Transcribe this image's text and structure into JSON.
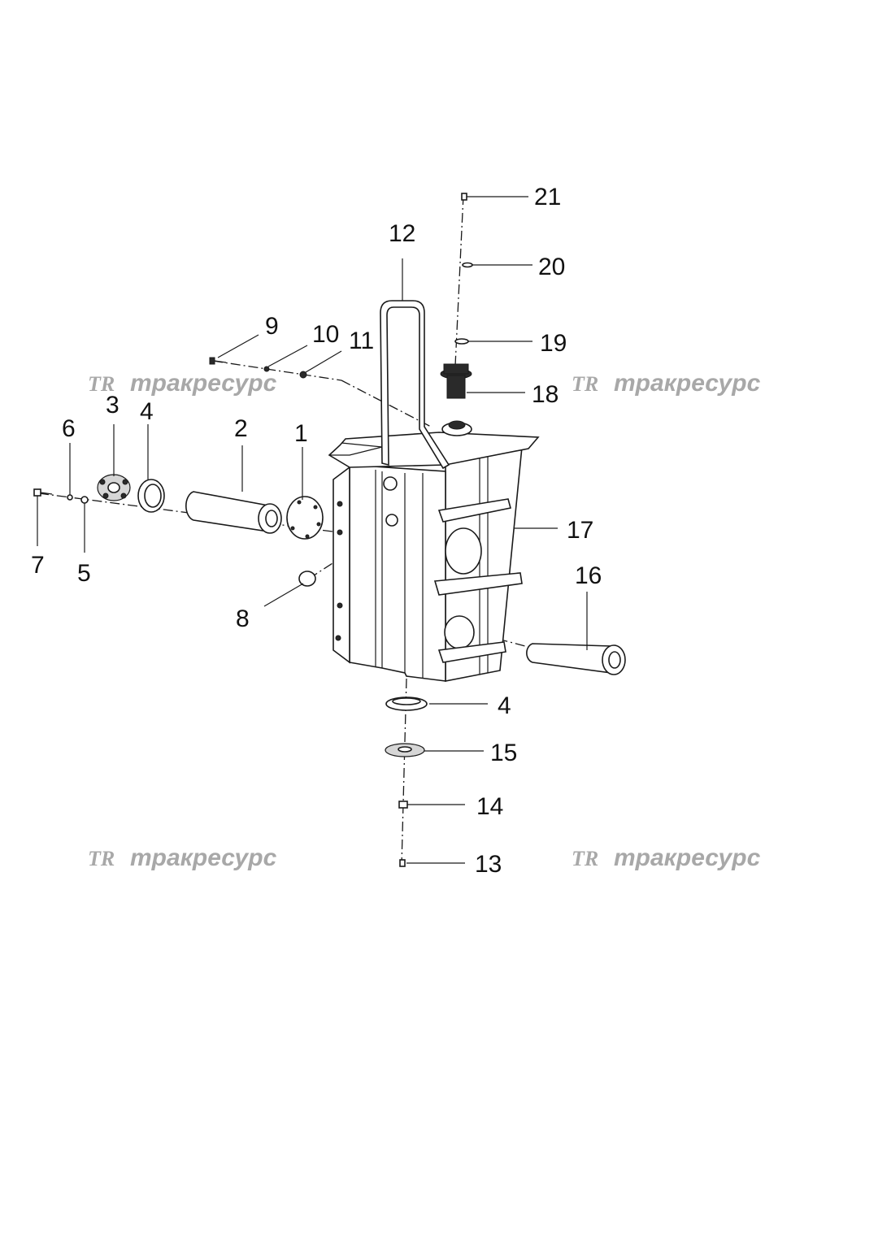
{
  "diagram": {
    "callouts": [
      {
        "id": "c1",
        "text": "1"
      },
      {
        "id": "c2",
        "text": "2"
      },
      {
        "id": "c3",
        "text": "3"
      },
      {
        "id": "c4a",
        "text": "4"
      },
      {
        "id": "c4b",
        "text": "4"
      },
      {
        "id": "c5",
        "text": "5"
      },
      {
        "id": "c6",
        "text": "6"
      },
      {
        "id": "c7",
        "text": "7"
      },
      {
        "id": "c8",
        "text": "8"
      },
      {
        "id": "c9",
        "text": "9"
      },
      {
        "id": "c10",
        "text": "10"
      },
      {
        "id": "c11",
        "text": "11"
      },
      {
        "id": "c12",
        "text": "12"
      },
      {
        "id": "c13",
        "text": "13"
      },
      {
        "id": "c14",
        "text": "14"
      },
      {
        "id": "c15",
        "text": "15"
      },
      {
        "id": "c16",
        "text": "16"
      },
      {
        "id": "c17",
        "text": "17"
      },
      {
        "id": "c18",
        "text": "18"
      },
      {
        "id": "c19",
        "text": "19"
      },
      {
        "id": "c20",
        "text": "20"
      },
      {
        "id": "c21",
        "text": "21"
      }
    ],
    "watermark": {
      "logo": "TR",
      "text": "тракресурс"
    },
    "colors": {
      "line": "#1a1a1a",
      "watermark": "#a8a8a8",
      "background": "#ffffff"
    }
  }
}
